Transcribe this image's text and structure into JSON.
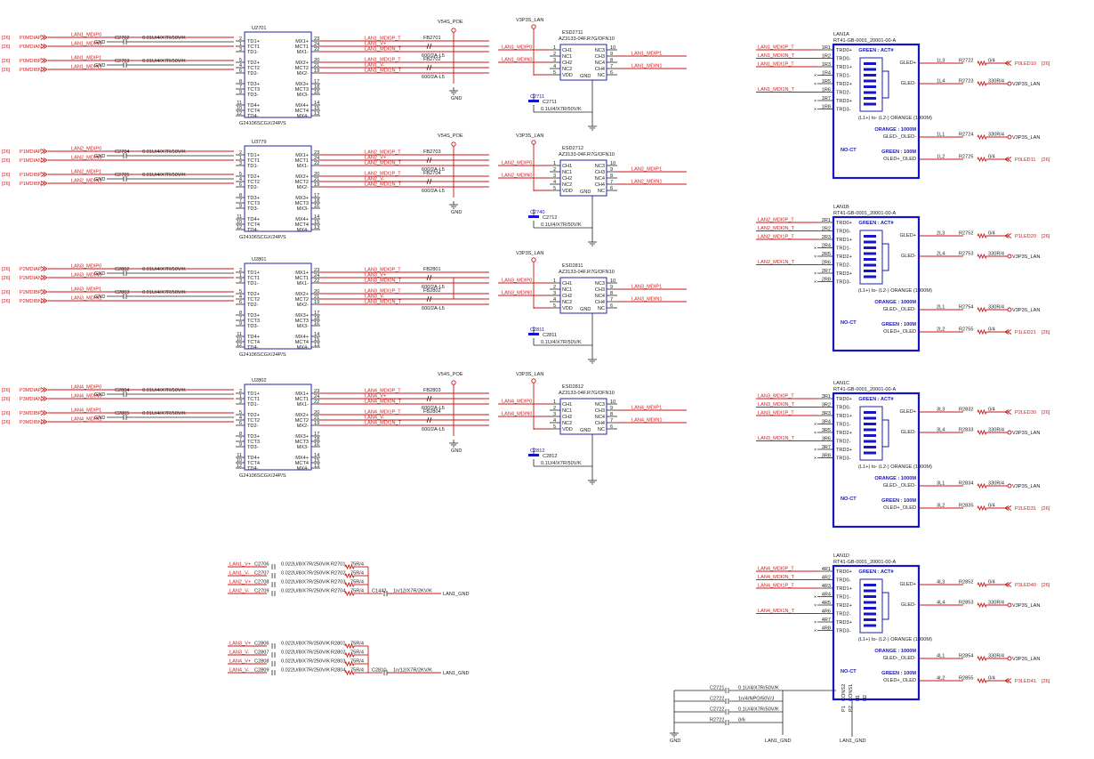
{
  "colors": {
    "net": "#cc2020",
    "wire": "#c81414",
    "part": "#2222aa",
    "text": "#1a1a1a"
  },
  "magnetics": [
    {
      "ref": "U2701",
      "part": "G24106SCGX/24P/S",
      "sheet": [
        "[26]",
        "[26]",
        "[26]",
        "[26]"
      ],
      "ports": [
        "P0MDIAP",
        "P0MDIAN",
        "P0MDIBP",
        "P0MDIBN"
      ],
      "in_nets": [
        "LAN1_MDIP0",
        "LAN1_MDIN0",
        "LAN1_MDIP1",
        "LAN1_MDIN1"
      ],
      "caps": [
        "C2702",
        "C2703"
      ],
      "cap_value": "0.01U/4/X7R/50V/K",
      "out_nets": [
        "LAN1_MDI0P_T",
        "LAN1_V+",
        "LAN1_MDI0N_T",
        "LAN1_MDI1P_T",
        "LAN1_V-",
        "LAN1_MDI1N_T"
      ],
      "fb": [
        "FB2701",
        "FB2702"
      ],
      "fb_value": "600/2A-L5",
      "supply": "V54S_POE",
      "ground": "GND",
      "gnd_label": "GND"
    },
    {
      "ref": "U3779",
      "part": "G24106SCGX/24P/S",
      "sheet": [
        "[26]",
        "[26]",
        "[26]",
        "[26]"
      ],
      "ports": [
        "P1MDIAP",
        "P1MDIAN",
        "P1MDIBP",
        "P1MDIBN"
      ],
      "in_nets": [
        "LAN2_MDIP0",
        "LAN2_MDIN0",
        "LAN2_MDIP1",
        "LAN2_MDIN1"
      ],
      "caps": [
        "C2704",
        "C2705"
      ],
      "cap_value": "0.01U/4/X7R/50V/K",
      "out_nets": [
        "LAN2_MDI0P_T",
        "LAN2_V+",
        "LAN2_MDI0N_T",
        "LAN2_MDI1P_T",
        "LAN2_V-",
        "LAN2_MDI1N_T"
      ],
      "fb": [
        "FB2703",
        "FB2704"
      ],
      "fb_value": "600/2A-L5",
      "supply": "V54S_POE",
      "ground": "GND",
      "gnd_label": "GND"
    },
    {
      "ref": "U2801",
      "part": "G24106SCGX/24P/S",
      "sheet": [
        "[26]",
        "[26]",
        "[26]",
        "[26]"
      ],
      "ports": [
        "P2MDIAP",
        "P2MDIAN",
        "P2MDIBP",
        "P2MDIBN"
      ],
      "in_nets": [
        "LAN3_MDIP0",
        "LAN3_MDIN0",
        "LAN3_MDIP1",
        "LAN3_MDIN1"
      ],
      "caps": [
        "C2802",
        "C2803"
      ],
      "cap_value": "0.01U/4/X7R/50V/K",
      "out_nets": [
        "LAN3_MDI0P_T",
        "LAN3_V+",
        "LAN3_MDI0N_T",
        "LAN3_MDI1P_T",
        "LAN3_V-",
        "LAN3_MDI1N_T"
      ],
      "fb": [
        "FB2801",
        "FB2802"
      ],
      "fb_value": "600/2A-L5",
      "supply": "",
      "ground": "",
      "gnd_label": "GND"
    },
    {
      "ref": "U2802",
      "part": "G24106SCGX/24P/S",
      "sheet": [
        "[26]",
        "[26]",
        "[26]",
        "[26]"
      ],
      "ports": [
        "P3MDIAP",
        "P3MDIAN",
        "P3MDIBP",
        "P3MDIBN"
      ],
      "in_nets": [
        "LAN4_MDIP0",
        "LAN4_MDIN0",
        "LAN4_MDIP1",
        "LAN4_MDIN1"
      ],
      "caps": [
        "C2804",
        "C2805"
      ],
      "cap_value": "0.01U/4/X7R/50V/K",
      "out_nets": [
        "LAN4_MDI0P_T",
        "LAN4_V+",
        "LAN4_MDI0N_T",
        "LAN4_MDI1P_T",
        "LAN4_V-",
        "LAN4_MDI1N_T"
      ],
      "fb": [
        "FB2803",
        "FB2804"
      ],
      "fb_value": "600/2A-L5",
      "supply": "V54S_POE",
      "ground": "GND",
      "gnd_label": "GND"
    }
  ],
  "mag_pins_left": [
    "TD1+",
    "TCT1",
    "TD1-",
    "TD2+",
    "TCT2",
    "TD2-",
    "TD3+",
    "TCT3",
    "TD3-",
    "TD4+",
    "TCT4",
    "TD4-"
  ],
  "mag_pins_right": [
    "MX1+",
    "MCT1",
    "MX1-",
    "MX2+",
    "MCT2",
    "MX2-",
    "MX3+",
    "MCT3",
    "MX3-",
    "MX4+",
    "MCT4",
    "MX4-"
  ],
  "mag_pin_nums_left": [
    "2",
    "1",
    "3",
    "5",
    "4",
    "6",
    "8",
    "7",
    "9",
    "11",
    "10",
    "12"
  ],
  "mag_pin_nums_right": [
    "23",
    "24",
    "22",
    "20",
    "21",
    "19",
    "17",
    "18",
    "16",
    "14",
    "15",
    "13"
  ],
  "esd": [
    {
      "ref": "ESD2711",
      "part": "AZ3133-04F.R7G/DFN10",
      "supply": "V3P3S_LAN",
      "in": [
        "LAN1_MDIP0",
        "LAN1_MDIN0"
      ],
      "out": [
        "LAN1_MDIP1",
        "LAN1_MDIN1"
      ],
      "cap": "C2711",
      "cap_tag": "C2711",
      "cap_value": "0.1U/4/X7R/50V/K"
    },
    {
      "ref": "ESD2712",
      "part": "AZ3133-04F.R7G/DFN10",
      "supply": "V3P3S_LAN",
      "in": [
        "LAN2_MDIP0",
        "LAN2_MDIN0"
      ],
      "out": [
        "LAN2_MDIP1",
        "LAN2_MDIN1"
      ],
      "cap": "C2712",
      "cap_tag": "C2740",
      "cap_value": "0.1U/4/X7R/50V/K"
    },
    {
      "ref": "ESD2811",
      "part": "AZ3133-04F.R7G/DFN10",
      "supply": "V3P3S_LAN",
      "in": [
        "LAN3_MDIP0",
        "LAN3_MDIN0"
      ],
      "out": [
        "LAN3_MDIP1",
        "LAN3_MDIN1"
      ],
      "cap": "C2811",
      "cap_tag": "C2811",
      "cap_value": "0.1U/4/X7R/50V/K"
    },
    {
      "ref": "ESD2812",
      "part": "AZ3133-04F.R7G/DFN10",
      "supply": "V3P3S_LAN",
      "in": [
        "LAN4_MDIP0",
        "LAN4_MDIN0"
      ],
      "out": [
        "LAN4_MDIP1",
        "LAN4_MDIN1"
      ],
      "cap": "C2812",
      "cap_tag": "C2812",
      "cap_value": "0.1U/4/X7R/50V/K"
    }
  ],
  "esd_pins_left": [
    "CH1",
    "NC1",
    "CH2",
    "NC2",
    "VDD"
  ],
  "esd_pins_right": [
    "NC3",
    "CH3",
    "NC4",
    "CH4",
    "NC"
  ],
  "esd_pin_nums_left": [
    "1",
    "2",
    "3",
    "4",
    "5"
  ],
  "esd_pin_nums_right": [
    "10",
    "9",
    "8",
    "7",
    "6"
  ],
  "esd_gnd_pin": "GND",
  "jacks": [
    {
      "ref": "LAN1A",
      "part": "RT41-GB-0001_20001-00-A",
      "pin_prefix": "1R",
      "nets": [
        "LAN1_MDI0P_T",
        "LAN1_MDI0N_T",
        "LAN1_MDI1P_T",
        "LAN1_MDI1N_T"
      ],
      "r_green": [
        "R2722",
        "0/4"
      ],
      "r_green2": [
        "R2723",
        "330R/4"
      ],
      "led_green": "P0LED10",
      "led_green_sheet": "[26]",
      "r_orange": [
        "R2724",
        "330R/4"
      ],
      "r_orange2": [
        "R2725",
        "0/4"
      ],
      "led_orange": "P0LED11",
      "led_orange_sheet": "[26]",
      "lnum": [
        "1L3",
        "1L4",
        "1L1",
        "1L2"
      ]
    },
    {
      "ref": "LAN1B",
      "part": "RT41-GB-0001_20001-00-A",
      "pin_prefix": "2R",
      "nets": [
        "LAN2_MDI0P_T",
        "LAN2_MDI0N_T",
        "LAN2_MDI1P_T",
        "LAN2_MDI1N_T"
      ],
      "r_green": [
        "R2752",
        "0/4"
      ],
      "r_green2": [
        "R2753",
        "330R/4"
      ],
      "led_green": "P1LED20",
      "led_green_sheet": "[26]",
      "r_orange": [
        "R2754",
        "330R/4"
      ],
      "r_orange2": [
        "R2755",
        "0/4"
      ],
      "led_orange": "P1LED21",
      "led_orange_sheet": "[26]",
      "lnum": [
        "2L3",
        "2L4",
        "2L1",
        "2L2"
      ]
    },
    {
      "ref": "LAN1C",
      "part": "RT41-GB-0001_20001-00-A",
      "pin_prefix": "3R",
      "nets": [
        "LAN3_MDI0P_T",
        "LAN3_MDI0N_T",
        "LAN3_MDI1P_T",
        "LAN3_MDI1N_T"
      ],
      "r_green": [
        "R2832",
        "0/4"
      ],
      "r_green2": [
        "R2833",
        "330R/4"
      ],
      "led_green": "P2LED30",
      "led_green_sheet": "[26]",
      "r_orange": [
        "R2834",
        "330R/4"
      ],
      "r_orange2": [
        "R2835",
        "0/4"
      ],
      "led_orange": "P2LED31",
      "led_orange_sheet": "[26]",
      "lnum": [
        "3L3",
        "3L4",
        "3L1",
        "3L2"
      ]
    },
    {
      "ref": "LAN1D",
      "part": "RT41-GB-0001_20001-00-A",
      "pin_prefix": "4R",
      "nets": [
        "LAN4_MDI0P_T",
        "LAN4_MDI0N_T",
        "LAN4_MDI1P_T",
        "LAN4_MDI1N_T"
      ],
      "r_green": [
        "R2852",
        "0/4"
      ],
      "r_green2": [
        "R2853",
        "330R/4"
      ],
      "led_green": "P3LED40",
      "led_green_sheet": "[26]",
      "r_orange": [
        "R2854",
        "330R/4"
      ],
      "r_orange2": [
        "R2855",
        "0/4"
      ],
      "led_orange": "P3LED41",
      "led_orange_sheet": "[26]",
      "lnum": [
        "4L3",
        "4L4",
        "4L1",
        "4L2"
      ]
    }
  ],
  "jack_pins": [
    "TRD0+",
    "TRD0-",
    "TRD1+",
    "TRD1-",
    "TRD2+",
    "TRD2-",
    "TRD3+",
    "TRD3-"
  ],
  "jack_text": {
    "green_act": "GREEN : ACT#",
    "gled_p": "GLED+",
    "gled_n": "GLED-",
    "orange_note": "(L1+) to- (L2-) ORANGE (1000M)",
    "orange": "ORANGE : 1000M",
    "green100": "GREEN : 100M",
    "gled_oled_n": "GLED-_OLED-",
    "oled_gled_p": "OLED+_OLED",
    "noct": "NO-CT",
    "v3p3": "V3P3S_LAN"
  },
  "bob_smith": [
    {
      "net": "LAN1_V+",
      "cap": "C2706",
      "cv": "0.022U/8/X7R/250V/K",
      "res": "R2701",
      "rv": "75R/4"
    },
    {
      "net": "LAN1_V-",
      "cap": "C2707",
      "cv": "0.022U/8/X7R/250V/K",
      "res": "R2702",
      "rv": "75R/4"
    },
    {
      "net": "LAN2_V+",
      "cap": "C2708",
      "cv": "0.022U/8/X7R/250V/K",
      "res": "R2703",
      "rv": "75R/4"
    },
    {
      "net": "LAN2_V-",
      "cap": "C2709",
      "cv": "0.022U/8/X7R/250V/K",
      "res": "R2704",
      "rv": "75R/4"
    }
  ],
  "bob_cap": {
    "ref": "C1442",
    "value": "1n/12/X7R/2KV/K",
    "net": "LAN1_GND"
  },
  "bob_smith2": [
    {
      "net": "LAN3_V+",
      "cap": "C2806",
      "cv": "0.022U/8/X7R/250V/K",
      "res": "R2801",
      "rv": "75R/4"
    },
    {
      "net": "LAN3_V-",
      "cap": "C2807",
      "cv": "0.022U/8/X7R/250V/K",
      "res": "R2802",
      "rv": "75R/4"
    },
    {
      "net": "LAN4_V+",
      "cap": "C2808",
      "cv": "0.022U/8/X7R/250V/K",
      "res": "R2803",
      "rv": "75R/4"
    },
    {
      "net": "LAN4_V-",
      "cap": "C2809",
      "cv": "0.022U/8/X7R/250V/K",
      "res": "R2804",
      "rv": "75R/4"
    }
  ],
  "bob_cap2": {
    "ref": "C2810",
    "value": "1n/12/X7R/2KV/K",
    "net": "LAN1_GND"
  },
  "chassis": [
    {
      "ref": "C2721",
      "value": "0.1U/4/X7R/50V/K"
    },
    {
      "ref": "C2722",
      "value": "1n/4/NPO/50V/J"
    },
    {
      "ref": "C2722",
      "value": "0.1U/4/X7R/50V/K"
    },
    {
      "ref": "R2722",
      "value": "0/6"
    }
  ],
  "chassis_gnd": "GND",
  "lan1_gnd": "LAN1_GND",
  "lan1_gnd2": "LAN1_GND",
  "shield_pins": [
    "CONS2",
    "CONS1",
    "H1",
    "H2"
  ],
  "shield_nums": [
    "P1",
    "P2"
  ]
}
